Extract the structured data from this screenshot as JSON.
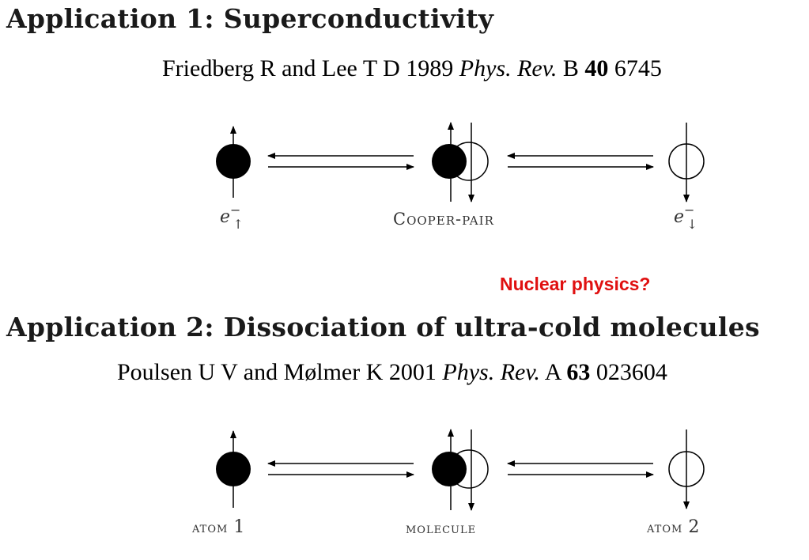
{
  "app1": {
    "title": "Application 1: Superconductivity",
    "ref": {
      "authors": "Friedberg R and Lee T D 1989",
      "journal": "Phys. Rev.",
      "series": "B",
      "volume": "40",
      "page": "6745"
    },
    "labels": {
      "left_e": "e",
      "left_sup": "−",
      "left_sub": "↑",
      "middle": "Cooper-pair",
      "right_e": "e",
      "right_sup": "−",
      "right_sub": "↓"
    }
  },
  "note": "Nuclear physics?",
  "app2": {
    "title": "Application 2: Dissociation of ultra-cold molecules",
    "ref": {
      "authors": "Poulsen U V and Mølmer K 2001",
      "journal": "Phys. Rev.",
      "series": "A",
      "volume": "63",
      "page": "023604"
    },
    "labels": {
      "left_word": "atom",
      "left_num": "1",
      "middle": "molecule",
      "right_word": "atom",
      "right_num": "2"
    }
  }
}
